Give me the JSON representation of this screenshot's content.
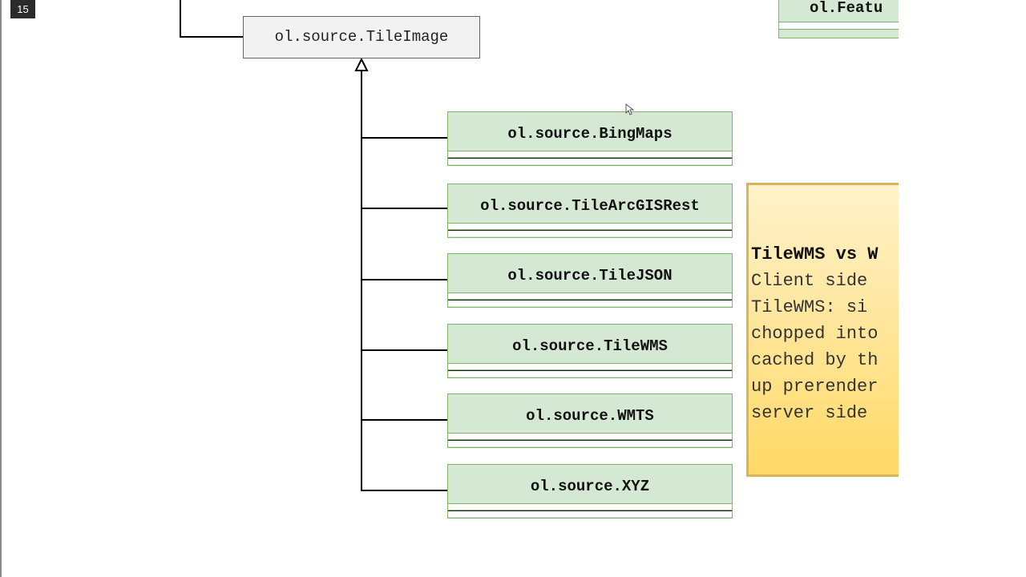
{
  "slide_number": "15",
  "parent_class": "ol.source.TileImage",
  "top_right_class": "ol.Featu",
  "subclasses": [
    {
      "name": "ol.source.BingMaps"
    },
    {
      "name": "ol.source.TileArcGISRest"
    },
    {
      "name": "ol.source.TileJSON"
    },
    {
      "name": "ol.source.TileWMS"
    },
    {
      "name": "ol.source.WMTS"
    },
    {
      "name": "ol.source.XYZ"
    }
  ],
  "note": {
    "title": "TileWMS vs W",
    "lines": [
      "Client side",
      "TileWMS: si",
      "chopped into",
      "cached by th",
      "up prerender",
      "server side"
    ]
  },
  "colors": {
    "class_fill": "#d5e8d4",
    "class_border": "#82b366",
    "note_fill_top": "#fff2cc",
    "note_fill_bottom": "#ffd966",
    "note_border": "#d6b656"
  }
}
